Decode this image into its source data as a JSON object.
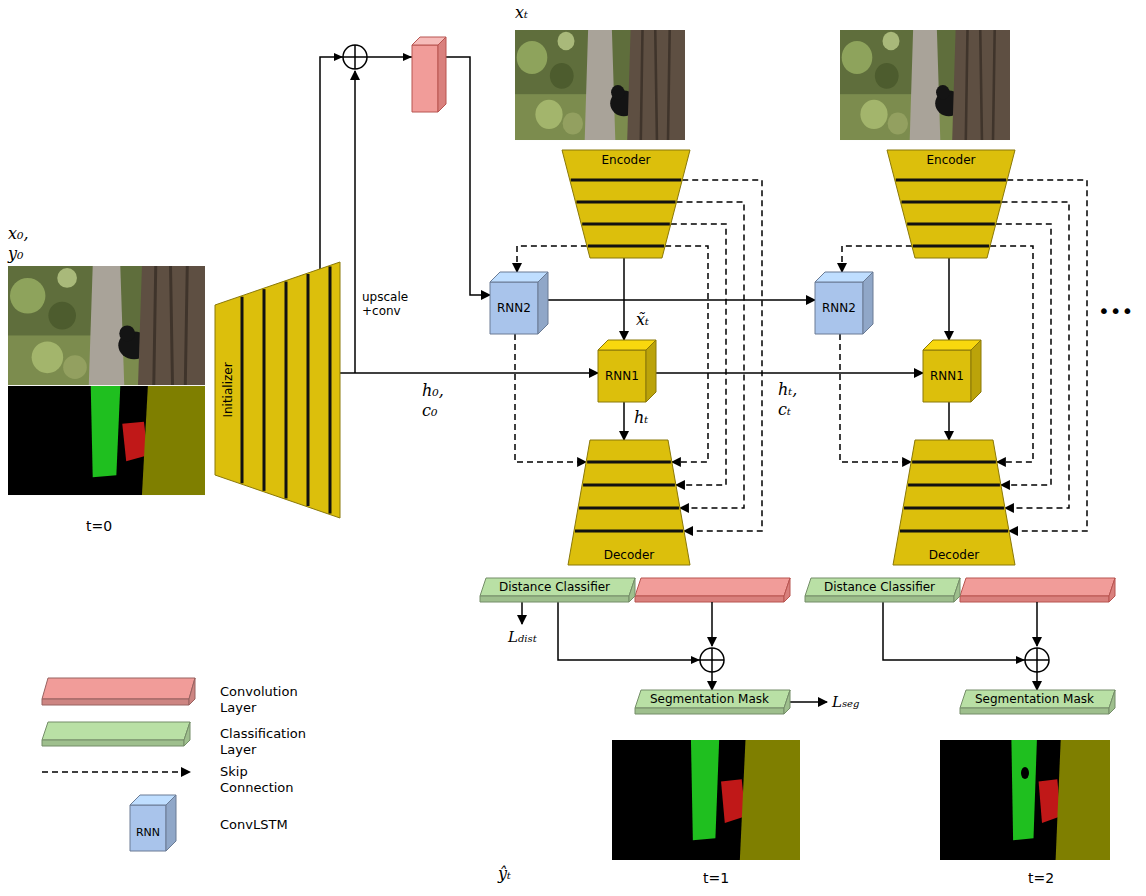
{
  "diagram": {
    "nodes": [
      {
        "text": [
          "Initializer"
        ]
      },
      {
        "text": [
          "Encoder"
        ]
      },
      {
        "text": [
          "RNN2"
        ]
      },
      {
        "text": [
          "RNN1"
        ]
      },
      {
        "text": [
          "Decoder"
        ]
      },
      {
        "text": [
          "Distance Classifier"
        ]
      },
      {
        "text": [
          "Segmentation Mask"
        ]
      },
      {
        "text": [
          "Encoder"
        ]
      },
      {
        "text": [
          "RNN2"
        ]
      },
      {
        "text": [
          "RNN1"
        ]
      },
      {
        "text": [
          "Decoder"
        ]
      },
      {
        "text": [
          "Distance Classifier"
        ]
      },
      {
        "text": [
          "Segmentation Mask"
        ]
      }
    ],
    "edges": [
      {
        "from": 0,
        "to": 2,
        "arrow": "to"
      },
      {
        "from": 0,
        "to": 3,
        "label": "h₀, c₀",
        "arrow": "to"
      },
      {
        "from": 1,
        "to": 3,
        "label": "x̃ₜ",
        "arrow": "to"
      },
      {
        "from": 2,
        "to": 8,
        "arrow": "to"
      },
      {
        "from": 3,
        "to": 9,
        "label": "hₜ, cₜ",
        "arrow": "to"
      },
      {
        "from": 3,
        "to": 4,
        "label": "hₜ",
        "arrow": "to"
      },
      {
        "from": 2,
        "to": 4,
        "arrow": "to"
      },
      {
        "from": 1,
        "to": 2,
        "arrow": "to"
      },
      {
        "from": 1,
        "to": 4,
        "arrow": "to"
      },
      {
        "from": 1,
        "to": 4,
        "arrow": "to"
      },
      {
        "from": 1,
        "to": 4,
        "arrow": "to"
      },
      {
        "from": 1,
        "to": 4,
        "arrow": "to"
      },
      {
        "from": 5,
        "to": 6,
        "arrow": "to"
      },
      {
        "from": 7,
        "to": 9,
        "arrow": "to"
      },
      {
        "from": 9,
        "to": 10,
        "arrow": "to"
      },
      {
        "from": 8,
        "to": 10,
        "arrow": "to"
      },
      {
        "from": 7,
        "to": 8,
        "arrow": "to"
      },
      {
        "from": 7,
        "to": 10,
        "arrow": "to"
      },
      {
        "from": 7,
        "to": 10,
        "arrow": "to"
      },
      {
        "from": 7,
        "to": 10,
        "arrow": "to"
      },
      {
        "from": 7,
        "to": 10,
        "arrow": "to"
      },
      {
        "from": 11,
        "to": 12,
        "arrow": "to"
      }
    ],
    "labels": [
      "x₀, y₀",
      "t=0",
      "xₜ",
      "upscale +conv",
      "•••",
      "Ldist",
      "ŷₜ",
      "t=1",
      "Lseg",
      "t=2",
      "RNN"
    ],
    "legend": [
      {
        "text": "Convolution Layer",
        "color": "#f19c99"
      },
      {
        "text": "Classification Layer",
        "color": "#b9e0a5"
      },
      {
        "text": "Skip Connection"
      },
      {
        "text": "ConvLSTM",
        "color": "#a9c4eb"
      }
    ]
  }
}
